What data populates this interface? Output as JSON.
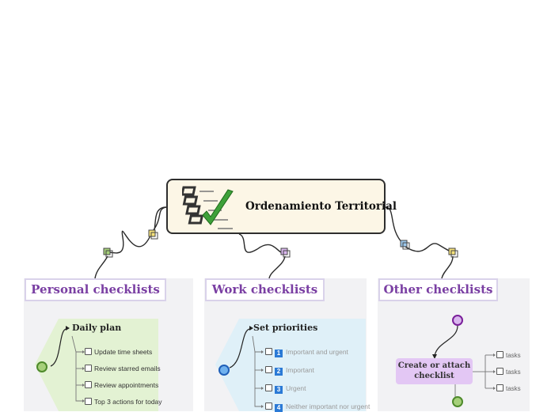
{
  "central": {
    "title": "Ordenamiento Territorial",
    "illustration": "checklist-illustration"
  },
  "branches": [
    {
      "header": "Personal checklists",
      "task": "Daily plan",
      "accent": "#8fbf4a",
      "items": [
        "Update time sheets",
        "Review starred emails",
        "Review appointments",
        "Top 3 actions for today"
      ]
    },
    {
      "header": "Work checklists",
      "task": "Set priorities",
      "accent": "#2b7ad6",
      "items": [
        {
          "num": "1",
          "text": "Important and urgent"
        },
        {
          "num": "2",
          "text": "Important"
        },
        {
          "num": "3",
          "text": "Urgent"
        },
        {
          "num": "4",
          "text": "Neither important nor urgent"
        }
      ]
    },
    {
      "header": "Other checklists",
      "task": "Create or attach checklist",
      "accent": "#b27bd6",
      "items": [
        "tasks",
        "tasks",
        "tasks"
      ]
    }
  ],
  "colors": {
    "header_text": "#7a3fa3",
    "panel_bg": "#f2f2f4",
    "central_bg": "#fcf6e6",
    "yellow_node": "#f6e27a",
    "purple_node": "#d9b6ee"
  }
}
